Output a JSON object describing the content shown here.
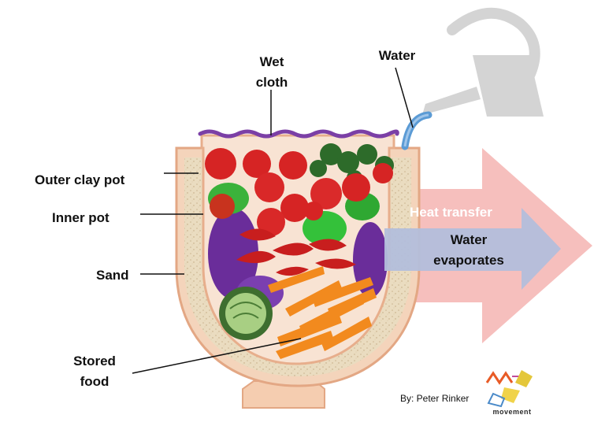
{
  "labels": {
    "wet_cloth": [
      "Wet",
      "cloth"
    ],
    "water": "Water",
    "outer_pot": "Outer clay pot",
    "inner_pot": "Inner pot",
    "sand": "Sand",
    "stored_food": [
      "Stored",
      "food"
    ],
    "heat_transfer": "Heat transfer",
    "water_evaporates": [
      "Water",
      "evaporates"
    ]
  },
  "credit": "By: Peter Rinker",
  "logo_text": "movement",
  "colors": {
    "outer_pot": "#f1c9a8",
    "outer_pot_stroke": "#e0a37e",
    "sand": "#eadcc0",
    "inner_pot": "#f6dcc9",
    "cloth": "#7b3fa6",
    "watering_can": "#d4d4d4",
    "spout": "#5b9bd5",
    "heat_arrow": "#f4a9a9",
    "evap_arrow": "#a9b7d6"
  }
}
